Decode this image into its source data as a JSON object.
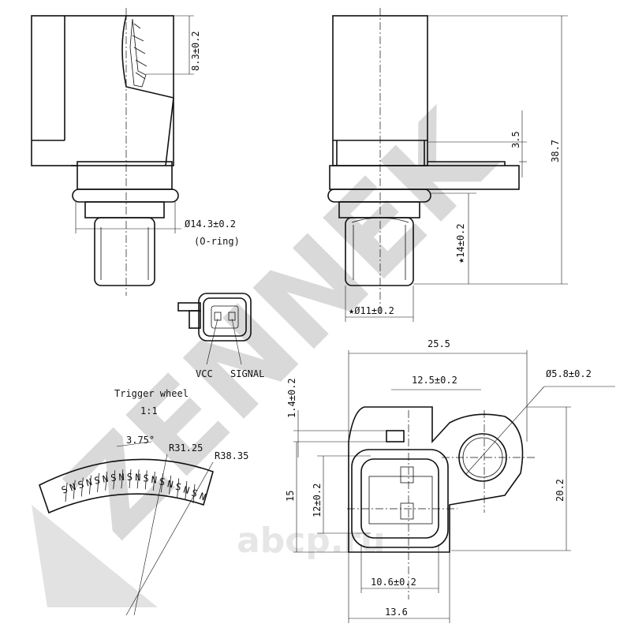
{
  "watermark": {
    "brand": "ZENNEK",
    "stamp": "abcp.ru"
  },
  "dims": {
    "d1": "8.3±0.2",
    "d2": "Ø14.3±0.2",
    "d2_note": "(O-ring)",
    "d3": "3.5",
    "d4": "38.7",
    "d5": "★14±0.2",
    "d6": "★Ø11±0.2",
    "d7": "25.5",
    "d8": "12.5±0.2",
    "d9": "Ø5.8±0.2",
    "d10": "1.4±0.2",
    "d11": "15",
    "d12": "12±0.2",
    "d13": "20.2",
    "d14": "10.6±0.2",
    "d15": "13.6"
  },
  "pins": {
    "vcc": "VCC",
    "signal": "SIGNAL"
  },
  "trigger": {
    "title": "Trigger wheel",
    "scale": "1:1",
    "angle": "3.75°",
    "r_inner": "R31.25",
    "r_outer": "R38.35",
    "pole_letters": [
      "S",
      "N",
      "S",
      "N",
      "S",
      "N",
      "S",
      "N",
      "S",
      "N",
      "S",
      "N",
      "S",
      "N",
      "S",
      "N",
      "S",
      "N"
    ]
  }
}
